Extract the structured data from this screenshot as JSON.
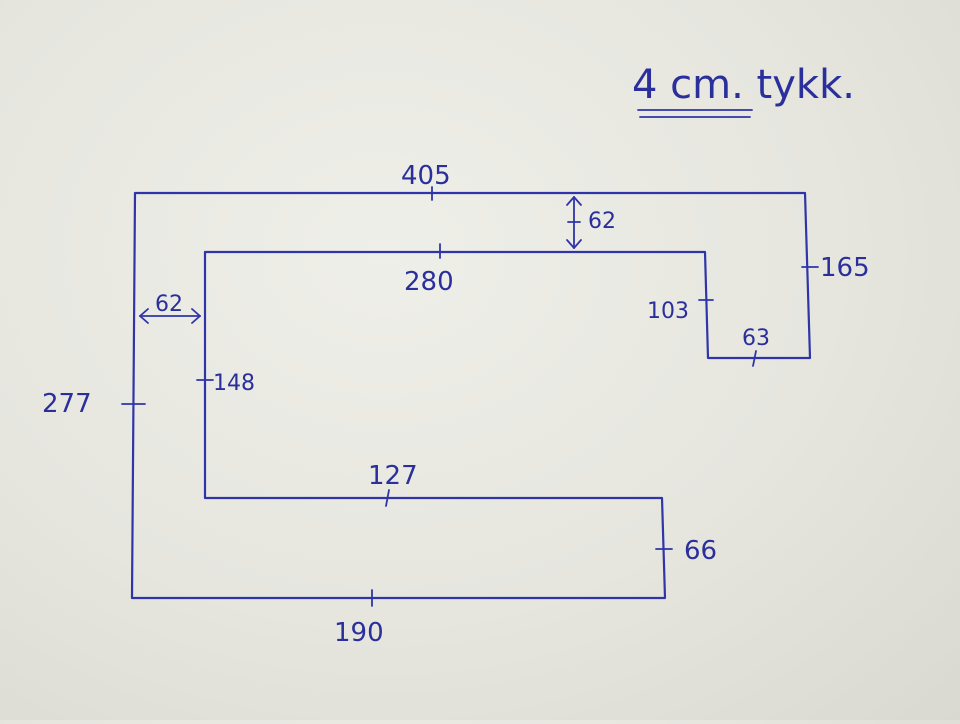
{
  "note": {
    "thickness": "4 cm. tykk."
  },
  "dimensions": {
    "top_outer": "405",
    "inner_top": "280",
    "top_depth": "62",
    "right_outer": "165",
    "right_inner": "103",
    "right_bottom": "63",
    "left_outer": "277",
    "left_depth": "62",
    "left_inner": "148",
    "bottom_inner": "127",
    "bottom_right": "66",
    "bottom_outer": "190"
  },
  "colors": {
    "ink": "#2f35a8",
    "paper": "#e8e8e2"
  }
}
